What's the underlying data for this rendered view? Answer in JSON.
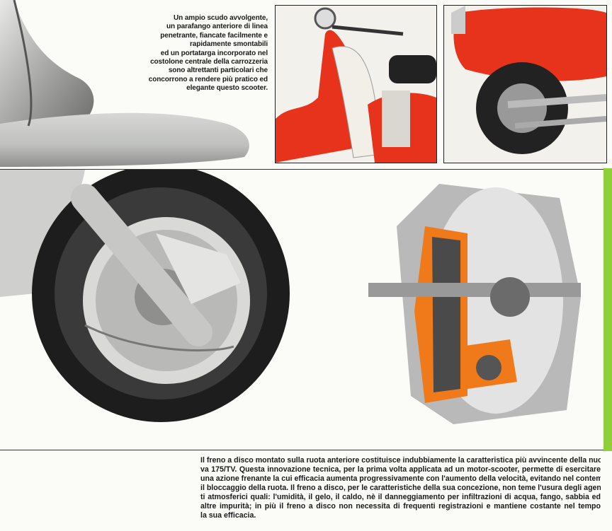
{
  "caption_top": [
    "Un ampio scudo avvolgente,",
    "un parafango anteriore di linea",
    "penetrante, fiancate facilmente e",
    "rapidamente smontabili",
    "ed un portatarga incorporato nel",
    "costolone centrale della carrozzeria",
    "sono altrettanti particolari che",
    "concorrono a rendere più pratico ed",
    "elegante questo scooter."
  ],
  "body_text": [
    "Il freno a disco montato sulla ruota anteriore costituisce indubbiamente la caratteristica più avvincente della nuo-",
    "va 175/TV. Questa innovazione tecnica, per la prima volta applicata ad un motor-scooter, permette di esercitare",
    "una azione frenante la cui efficacia aumenta progressivamente con l'aumento della velocità, evitando nel contempo",
    "il bloccaggio della ruota. Il freno a disco, per le caratteristiche della sua concezione, non teme l'usura degli agen-",
    "ti atmosferici quali: l'umidità, il gelo, il caldo, nè il danneggiamento per infiltrazioni di acqua, fango, sabbia ed",
    "altre impurità; in più il freno a disco non necessita di frequenti registrazioni e mantiene costante nel tempo",
    "la sua efficacia."
  ],
  "colors": {
    "scooter_red": "#e8331c",
    "accent_green": "#8fcf3a",
    "brake_orange": "#f07a1a"
  }
}
